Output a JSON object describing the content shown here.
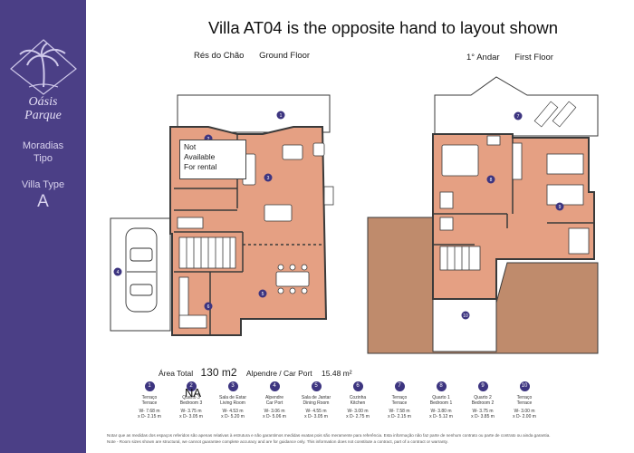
{
  "brand": {
    "name_line1": "Oásis",
    "name_line2": "Parque",
    "sub_line1": "Moradias",
    "sub_line2": "Tipo",
    "type_line1": "Villa Type",
    "type_line2": "A",
    "icon": "palm-tree-logo",
    "color": "#4b3f86"
  },
  "title": "Villa AT04 is the opposite hand to layout shown",
  "ground_floor": {
    "label_pt": "Rés do Chão",
    "label_en": "Ground Floor"
  },
  "first_floor": {
    "label_pt": "1° Andar",
    "label_en": "First Floor"
  },
  "not_available": {
    "line1": "Not",
    "line2": "Available",
    "line3": "For rental"
  },
  "area": {
    "total_label": "Área Total",
    "total_value": "130 m2",
    "carport_label": "Alpendre / Car Port",
    "carport_value": "15.48 m²"
  },
  "na_label": "NA",
  "legend": [
    {
      "num": "1",
      "pt": "Terraço",
      "en": "Terrace",
      "w": "W- 7.68 m",
      "d": "x D- 2.15 m"
    },
    {
      "num": "2",
      "pt": "Quarto 3",
      "en": "Bedroom 3",
      "w": "W- 3.75 m",
      "d": "x D- 3.05 m"
    },
    {
      "num": "3",
      "pt": "Sala de Estar",
      "en": "Living Room",
      "w": "W- 4.53 m",
      "d": "x D- 5.20 m"
    },
    {
      "num": "4",
      "pt": "Alpendre",
      "en": "Car Port",
      "w": "W- 3.06 m",
      "d": "x D- 5.06 m"
    },
    {
      "num": "5",
      "pt": "Sala de Jantar",
      "en": "Dining Room",
      "w": "W- 4.55 m",
      "d": "x D- 3.05 m"
    },
    {
      "num": "6",
      "pt": "Cozinha",
      "en": "Kitchen",
      "w": "W- 3.00 m",
      "d": "x D- 2.75 m"
    },
    {
      "num": "7",
      "pt": "Terraço",
      "en": "Terrace",
      "w": "W- 7.58 m",
      "d": "x D- 2.15 m"
    },
    {
      "num": "8",
      "pt": "Quarto 1",
      "en": "Bedroom 1",
      "w": "W- 3.80 m",
      "d": "x D- 5.12 m"
    },
    {
      "num": "9",
      "pt": "Quarto 2",
      "en": "Bedroom 2",
      "w": "W- 3.75 m",
      "d": "x D- 3.85 m"
    },
    {
      "num": "10",
      "pt": "Terraço",
      "en": "Terrace",
      "w": "W- 3.00 m",
      "d": "x D- 2.00 m"
    }
  ],
  "footnote_line1": "Notar que as medidas dos espaços referidos são apenas relativas à estrutura e não garantimos medidas exatas pois são meramente para referência. Esta informação não faz parte de nenhum contrato ou parte de contrato ou ainda garantia.",
  "footnote_line2": "Note - Room sizes shown are structural, we cannot guarantee complete accuracy and are for guidance only. This information does not constitute a contract, part of a contract or warranty.",
  "colors": {
    "room_fill": "#e5a083",
    "outdoor_fill": "#bf8b6c",
    "terrace_fill": "#ffffff",
    "wall": "#3a3a3a",
    "marker": "#3d3580"
  }
}
